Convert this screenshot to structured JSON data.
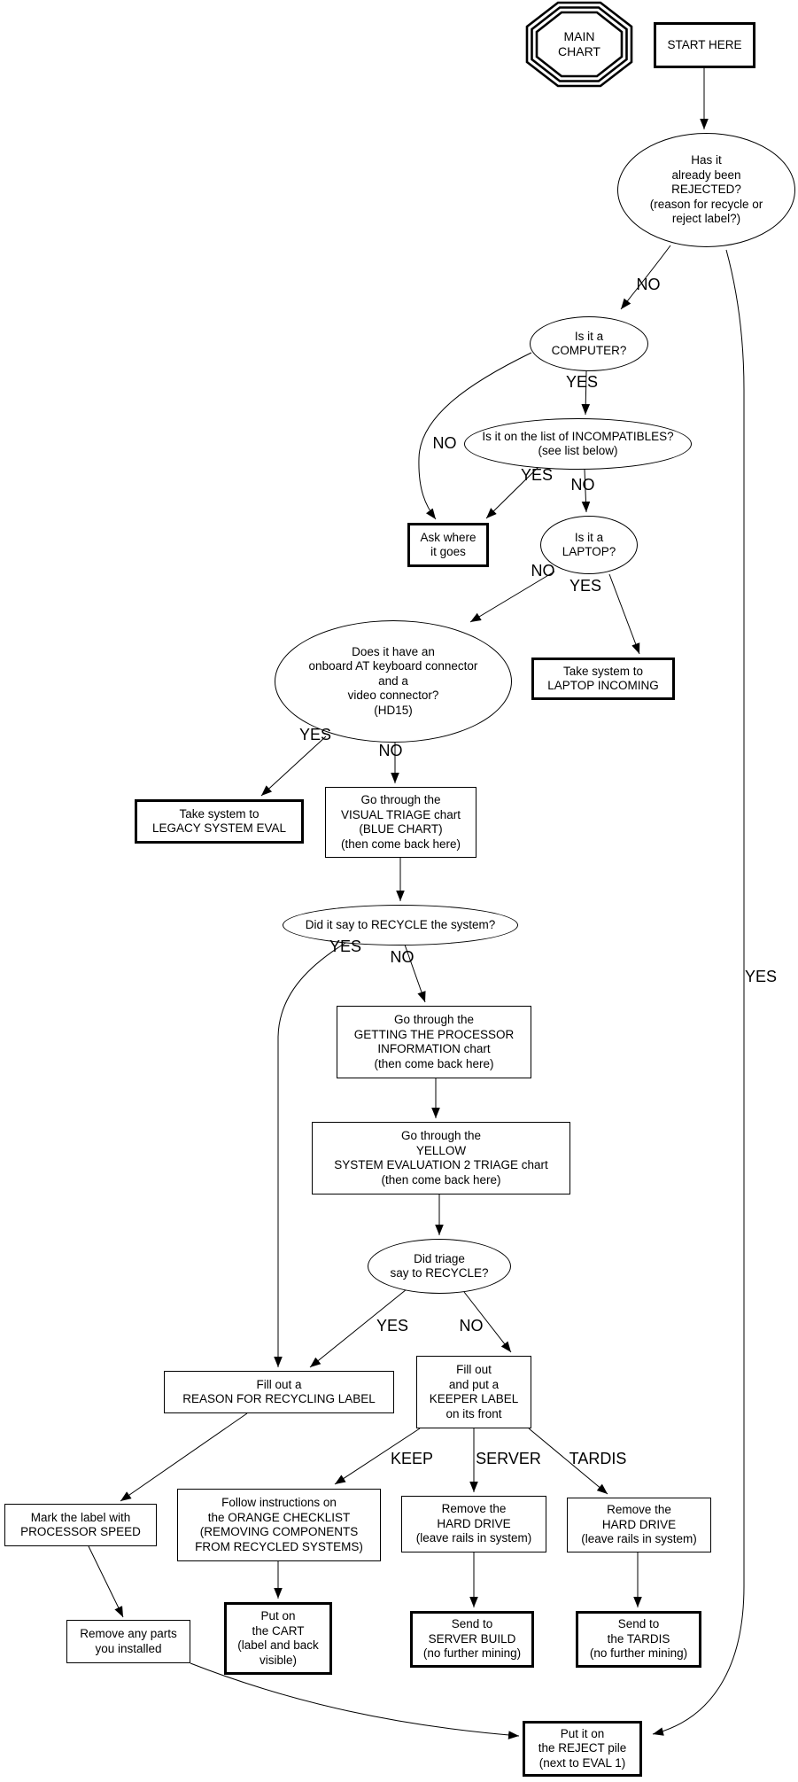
{
  "diagram": {
    "title": "MAIN CHART",
    "colors": {
      "line": "#000000",
      "background": "#ffffff"
    },
    "nodes": {
      "main_chart": "MAIN\nCHART",
      "start_here": "START HERE",
      "rejected": "Has it\nalready been\nREJECTED?\n(reason for recycle or\nreject label?)",
      "computer": "Is it a\nCOMPUTER?",
      "incompatibles": "Is it on the list of INCOMPATIBLES?\n(see list below)",
      "ask_where": "Ask where\nit goes",
      "laptop": "Is it a\nLAPTOP?",
      "laptop_incoming": "Take system to\nLAPTOP INCOMING",
      "at_connector": "Does it have an\nonboard AT keyboard connector\nand a\nvideo connector?\n(HD15)",
      "legacy_eval": "Take system to\nLEGACY SYSTEM EVAL",
      "visual_triage": "Go through the\nVISUAL TRIAGE chart\n(BLUE CHART)\n(then come back here)",
      "recycle_system": "Did it say to RECYCLE the system?",
      "processor_info": "Go through the\nGETTING THE PROCESSOR\nINFORMATION chart\n(then come back here)",
      "yellow_triage": "Go through the\nYELLOW\nSYSTEM EVALUATION 2 TRIAGE chart\n(then come back here)",
      "did_triage": "Did triage\nsay to RECYCLE?",
      "reason_label": "Fill out a\nREASON FOR RECYCLING LABEL",
      "keeper_label": "Fill out\nand put a\nKEEPER LABEL\non its front",
      "mark_label": "Mark the label with\nPROCESSOR SPEED",
      "orange_checklist": "Follow instructions on\nthe ORANGE CHECKLIST\n(REMOVING COMPONENTS\nFROM RECYCLED SYSTEMS)",
      "hd_server": "Remove the\nHARD DRIVE\n(leave rails in system)",
      "hd_tardis": "Remove the\nHARD DRIVE\n(leave rails in system)",
      "remove_parts": "Remove any parts\nyou installed",
      "cart": "Put on\nthe CART\n(label and back\nvisible)",
      "server_build": "Send to\nSERVER BUILD\n(no further mining)",
      "tardis": "Send to\nthe TARDIS\n(no further mining)",
      "reject_pile": "Put it on\nthe REJECT pile\n(next to EVAL 1)"
    },
    "edge_labels": {
      "rejected_no": "NO",
      "rejected_yes": "YES",
      "computer_yes": "YES",
      "computer_no": "NO",
      "incompatibles_yes": "YES",
      "incompatibles_no": "NO",
      "laptop_no": "NO",
      "laptop_yes": "YES",
      "at_yes": "YES",
      "at_no": "NO",
      "recycle_yes": "YES",
      "recycle_no": "NO",
      "triage_yes": "YES",
      "triage_no": "NO",
      "keep": "KEEP",
      "server": "SERVER",
      "tardis": "TARDIS"
    }
  }
}
